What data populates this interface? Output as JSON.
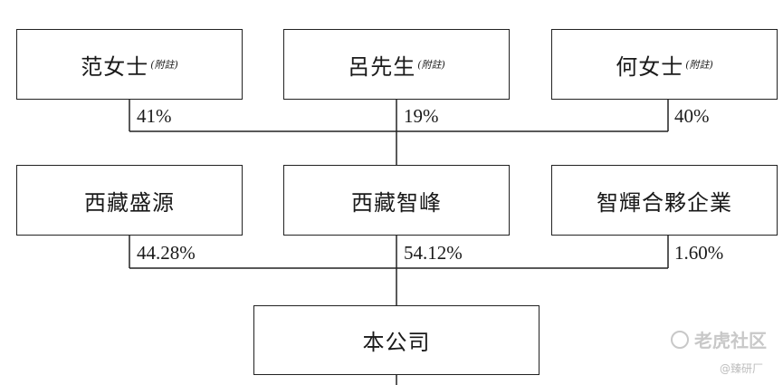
{
  "shareholders": [
    {
      "name": "范女士",
      "note": "(附註)",
      "percent": "41%"
    },
    {
      "name": "呂先生",
      "note": "(附註)",
      "percent": "19%"
    },
    {
      "name": "何女士",
      "note": "(附註)",
      "percent": "40%"
    }
  ],
  "entities": [
    {
      "name": "西藏盛源",
      "percent": "44.28%"
    },
    {
      "name": "西藏智峰",
      "percent": "54.12%"
    },
    {
      "name": "智輝合夥企業",
      "percent": "1.60%"
    }
  ],
  "company": {
    "name": "本公司"
  },
  "watermark": {
    "brand": "老虎社区",
    "sub": "@臻研厂",
    "logo_icon": "tiger-logo-icon"
  }
}
